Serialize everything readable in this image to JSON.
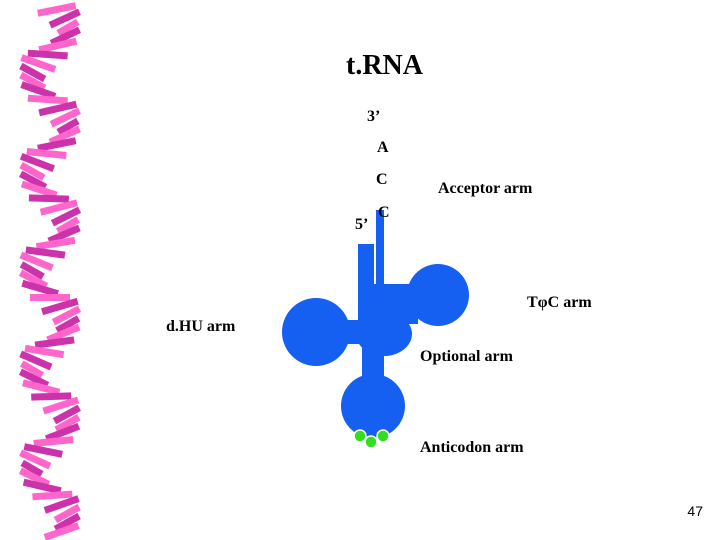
{
  "slide": {
    "title": "t.RNA",
    "end_3": "3’",
    "end_5": "5’",
    "nucleotides": [
      "A",
      "C",
      "C"
    ],
    "labels": {
      "acceptor": "Acceptor arm",
      "tpsic_prefix": "T",
      "tpsic_symbol": "φ",
      "tpsic_suffix": "C arm",
      "dhu": "d.HU arm",
      "optional": "Optional arm",
      "anticodon": "Anticodon arm"
    },
    "page_number": "47"
  },
  "colors": {
    "background": "#000000",
    "slide_area": "#ffffff",
    "molecule": "#1560f0",
    "anticodon_bases": "#33dd22",
    "helix_light": "#ff66cc",
    "helix_dark": "#cc33aa"
  }
}
